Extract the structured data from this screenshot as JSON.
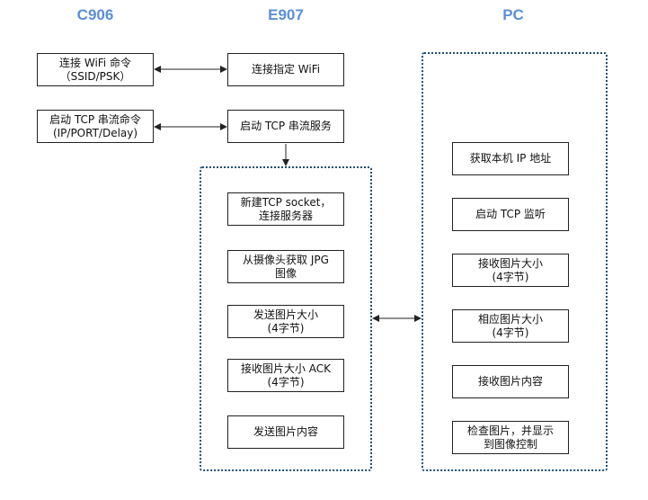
{
  "headers": {
    "c906": "C906",
    "e907": "E907",
    "pc": "PC"
  },
  "c906": {
    "wifi_cmd": "连接 WiFi 命令\n（SSID/PSK）",
    "tcp_cmd": "启动 TCP 串流命令\n(IP/PORT/Delay)"
  },
  "e907": {
    "connect_wifi": "连接指定 WiFi",
    "tcp_service": "启动 TCP 串流服务",
    "steps": [
      "新建TCP socket，\n连接服务器",
      "从摄像头获取 JPG\n图像",
      "发送图片大小\n(4字节)",
      "接收图片大小 ACK\n(4字节)",
      "发送图片内容"
    ]
  },
  "pc": {
    "steps": [
      "获取本机 IP 地址",
      "启动 TCP 监听",
      "接收图片大小\n(4字节)",
      "相应图片大小\n(4字节)",
      "接收图片内容",
      "检查图片，并显示\n到图像控制"
    ]
  },
  "colors": {
    "header": "#5b8fd6",
    "group_border": "#1f4e79",
    "line": "#222222"
  }
}
